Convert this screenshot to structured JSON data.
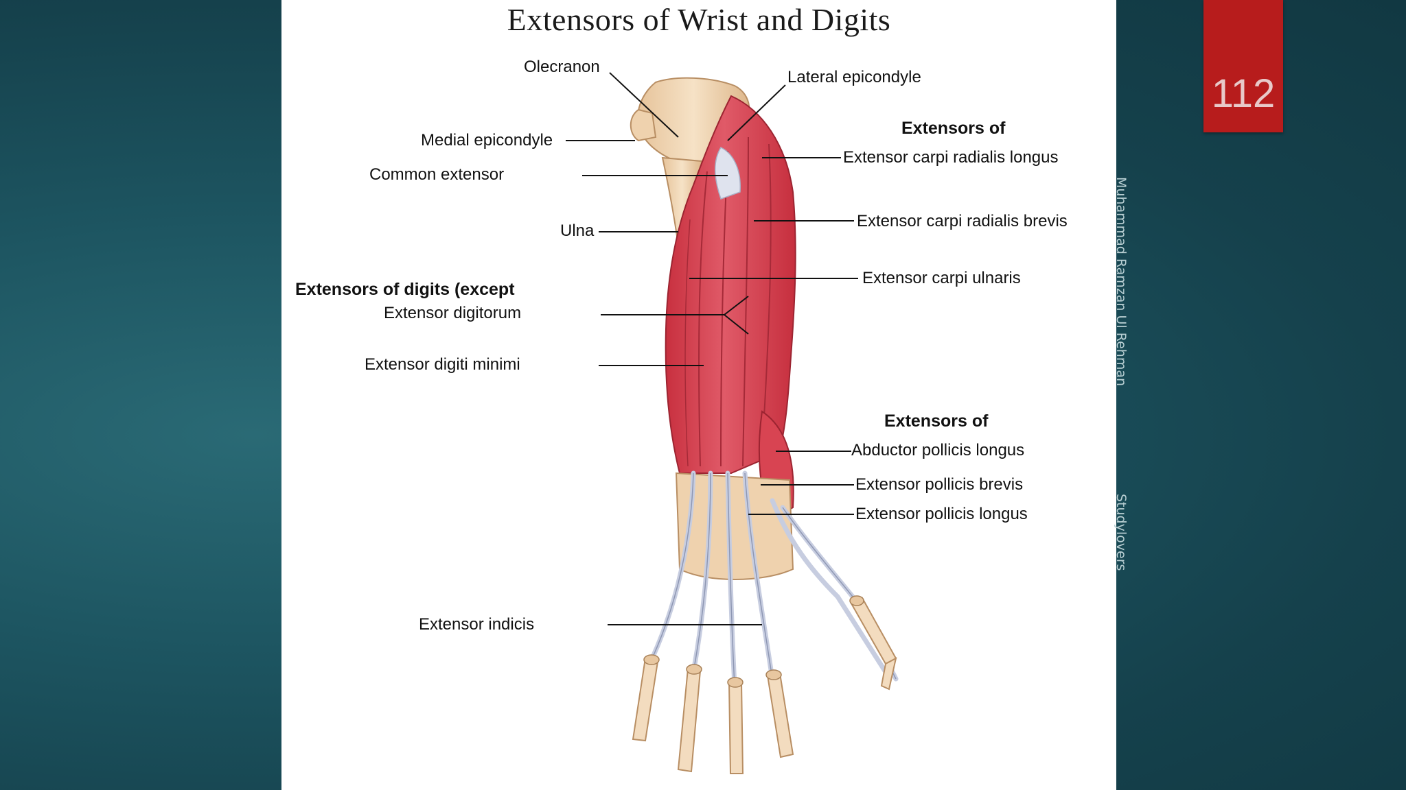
{
  "diagram": {
    "title": "Extensors of Wrist and Digits",
    "labels": {
      "olecranon": "Olecranon",
      "lateral_epicondyle": "Lateral epicondyle",
      "medial_epicondyle": "Medial epicondyle",
      "common_extensor": "Common extensor",
      "ulna": "Ulna",
      "group_digits": "Extensors of digits (except",
      "extensor_digitorum": "Extensor digitorum",
      "extensor_digiti_minimi": "Extensor digiti minimi",
      "extensor_indicis": "Extensor indicis",
      "group_wrist": "Extensors of",
      "ecr_longus": "Extensor carpi radialis longus",
      "ecr_brevis": "Extensor carpi radialis brevis",
      "ec_ulnaris": "Extensor carpi ulnaris",
      "group_thumb": "Extensors of",
      "apl": "Abductor pollicis longus",
      "epb": "Extensor pollicis brevis",
      "epl": "Extensor pollicis longus"
    }
  },
  "slide": {
    "page_number": "112",
    "author": "Muhammad Ramzan Ul Rehman",
    "source": "Studylovers"
  },
  "colors": {
    "background": "#1d5561",
    "badge": "#b71c1c",
    "muscle": "#d9414f",
    "tendon": "#c7cde0",
    "bone": "#efd2ae"
  }
}
